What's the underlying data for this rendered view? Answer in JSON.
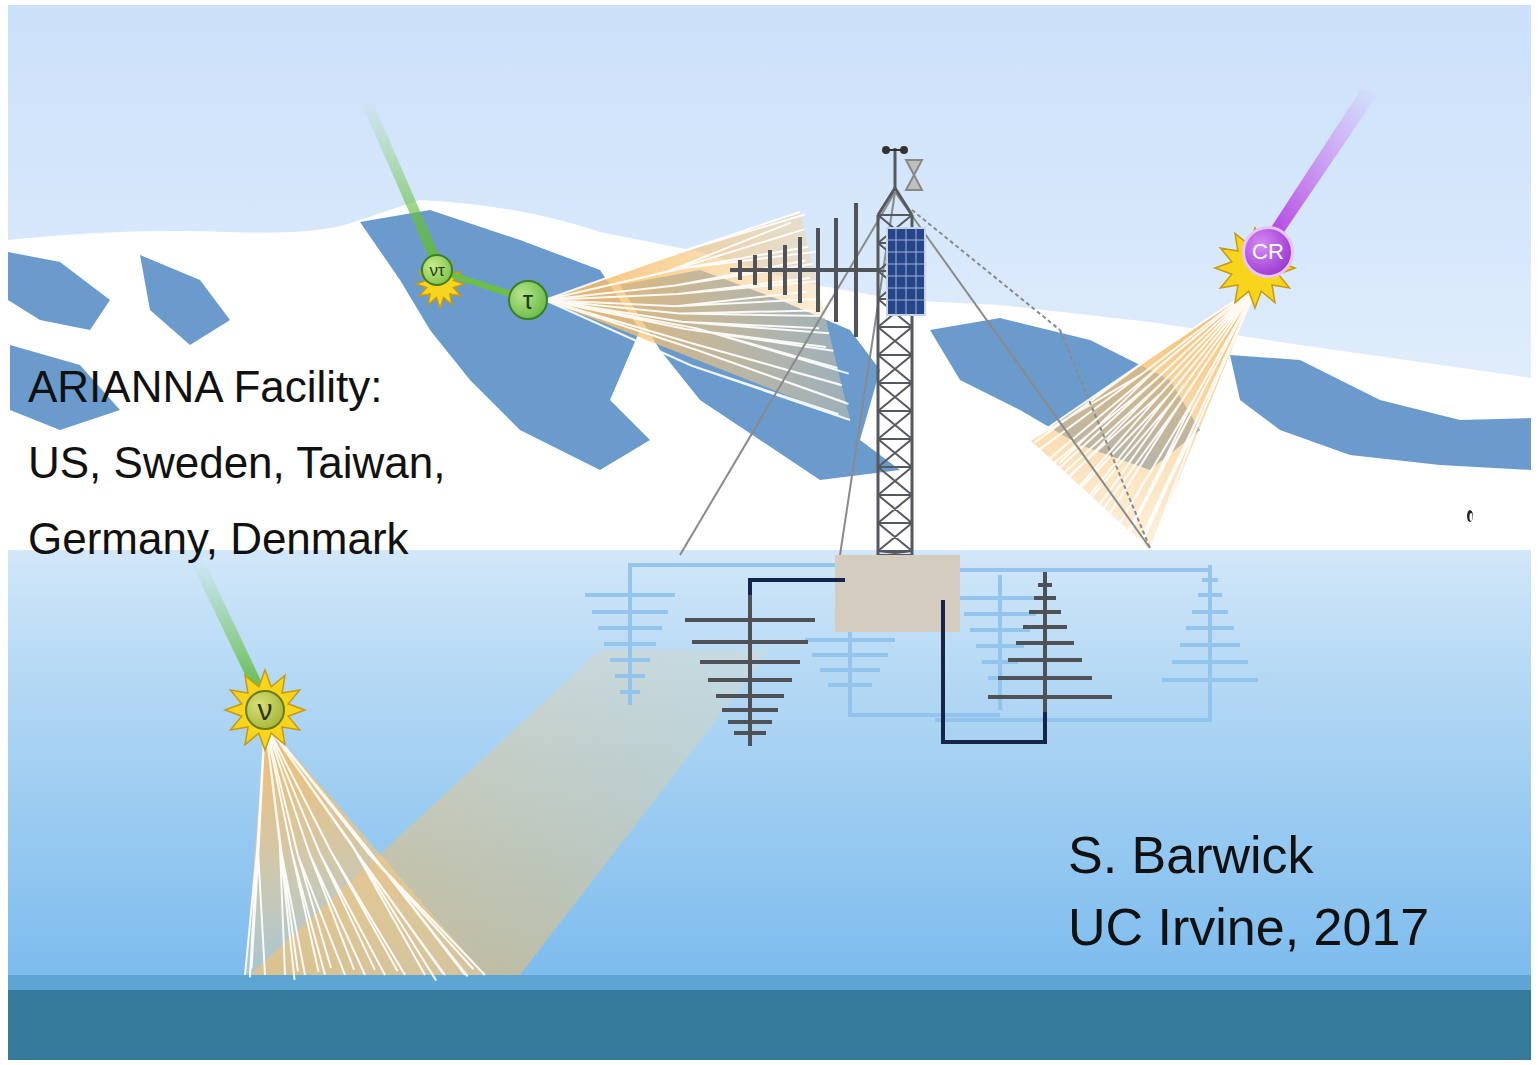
{
  "diagram": {
    "nodes": [
      {
        "text": [
          "ντ"
        ]
      },
      {
        "text": [
          "τ"
        ]
      },
      {
        "text": [
          "CR"
        ]
      },
      {
        "text": [
          "ν"
        ]
      }
    ],
    "edges": [
      {
        "from": 0,
        "to": 1,
        "arrow": "none"
      }
    ],
    "labels": [
      "ARIANNA Facility:",
      "US, Sweden, Taiwan,",
      "Germany, Denmark",
      "S. Barwick",
      "UC Irvine, 2017"
    ]
  }
}
